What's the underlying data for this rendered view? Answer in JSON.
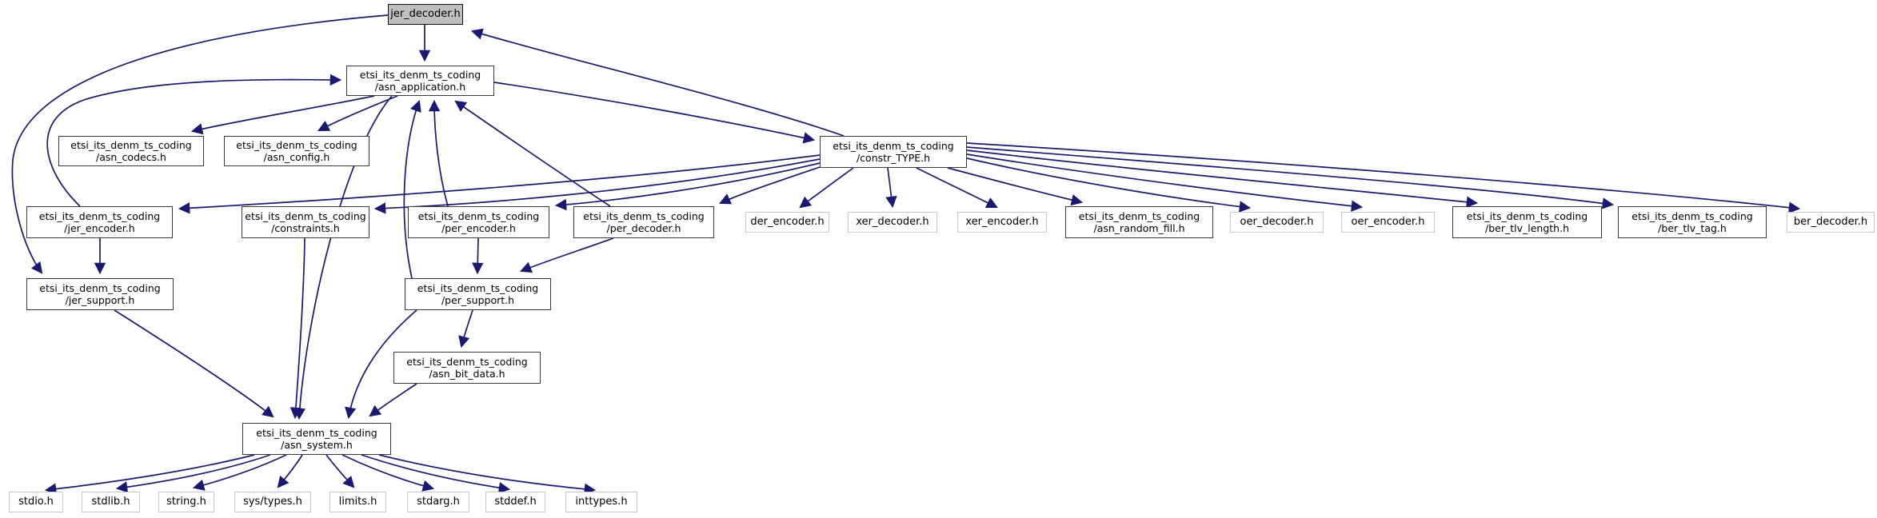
{
  "graph": {
    "title": "jer_decoder.h include dependency graph",
    "colors": {
      "edge": "#191970",
      "node_border": "#3a3a3a",
      "external_border": "#c8c8c8",
      "main_fill": "#bfbfbf",
      "node_fill": "#ffffff"
    },
    "nodes": [
      {
        "id": "jer_decoder",
        "kind": "main",
        "label": [
          "jer_decoder.h"
        ]
      },
      {
        "id": "asn_application",
        "kind": "internal",
        "label": [
          "etsi_its_denm_ts_coding",
          "/asn_application.h"
        ]
      },
      {
        "id": "asn_codecs",
        "kind": "internal",
        "label": [
          "etsi_its_denm_ts_coding",
          "/asn_codecs.h"
        ]
      },
      {
        "id": "asn_config",
        "kind": "internal",
        "label": [
          "etsi_its_denm_ts_coding",
          "/asn_config.h"
        ]
      },
      {
        "id": "constr_TYPE",
        "kind": "internal",
        "label": [
          "etsi_its_denm_ts_coding",
          "/constr_TYPE.h"
        ]
      },
      {
        "id": "jer_encoder",
        "kind": "internal",
        "label": [
          "etsi_its_denm_ts_coding",
          "/jer_encoder.h"
        ]
      },
      {
        "id": "constraints",
        "kind": "internal",
        "label": [
          "etsi_its_denm_ts_coding",
          "/constraints.h"
        ]
      },
      {
        "id": "per_encoder",
        "kind": "internal",
        "label": [
          "etsi_its_denm_ts_coding",
          "/per_encoder.h"
        ]
      },
      {
        "id": "per_decoder",
        "kind": "internal",
        "label": [
          "etsi_its_denm_ts_coding",
          "/per_decoder.h"
        ]
      },
      {
        "id": "der_encoder",
        "kind": "external",
        "label": [
          "der_encoder.h"
        ]
      },
      {
        "id": "xer_decoder",
        "kind": "external",
        "label": [
          "xer_decoder.h"
        ]
      },
      {
        "id": "xer_encoder",
        "kind": "external",
        "label": [
          "xer_encoder.h"
        ]
      },
      {
        "id": "asn_random_fill",
        "kind": "internal",
        "label": [
          "etsi_its_denm_ts_coding",
          "/asn_random_fill.h"
        ]
      },
      {
        "id": "oer_decoder",
        "kind": "external",
        "label": [
          "oer_decoder.h"
        ]
      },
      {
        "id": "oer_encoder",
        "kind": "external",
        "label": [
          "oer_encoder.h"
        ]
      },
      {
        "id": "ber_tlv_length",
        "kind": "internal",
        "label": [
          "etsi_its_denm_ts_coding",
          "/ber_tlv_length.h"
        ]
      },
      {
        "id": "ber_tlv_tag",
        "kind": "internal",
        "label": [
          "etsi_its_denm_ts_coding",
          "/ber_tlv_tag.h"
        ]
      },
      {
        "id": "ber_decoder",
        "kind": "external",
        "label": [
          "ber_decoder.h"
        ]
      },
      {
        "id": "jer_support",
        "kind": "internal",
        "label": [
          "etsi_its_denm_ts_coding",
          "/jer_support.h"
        ]
      },
      {
        "id": "per_support",
        "kind": "internal",
        "label": [
          "etsi_its_denm_ts_coding",
          "/per_support.h"
        ]
      },
      {
        "id": "asn_bit_data",
        "kind": "internal",
        "label": [
          "etsi_its_denm_ts_coding",
          "/asn_bit_data.h"
        ]
      },
      {
        "id": "asn_system",
        "kind": "internal",
        "label": [
          "etsi_its_denm_ts_coding",
          "/asn_system.h"
        ]
      },
      {
        "id": "stdio",
        "kind": "external",
        "label": [
          "stdio.h"
        ]
      },
      {
        "id": "stdlib",
        "kind": "external",
        "label": [
          "stdlib.h"
        ]
      },
      {
        "id": "string",
        "kind": "external",
        "label": [
          "string.h"
        ]
      },
      {
        "id": "sys_types",
        "kind": "external",
        "label": [
          "sys/types.h"
        ]
      },
      {
        "id": "limits",
        "kind": "external",
        "label": [
          "limits.h"
        ]
      },
      {
        "id": "stdarg",
        "kind": "external",
        "label": [
          "stdarg.h"
        ]
      },
      {
        "id": "stddef",
        "kind": "external",
        "label": [
          "stddef.h"
        ]
      },
      {
        "id": "inttypes",
        "kind": "external",
        "label": [
          "inttypes.h"
        ]
      }
    ],
    "edges": [
      {
        "from": "jer_decoder",
        "to": "asn_application"
      },
      {
        "from": "jer_decoder",
        "to": "jer_support"
      },
      {
        "from": "constr_TYPE",
        "to": "jer_decoder"
      },
      {
        "from": "asn_application",
        "to": "asn_codecs"
      },
      {
        "from": "asn_application",
        "to": "asn_config"
      },
      {
        "from": "asn_application",
        "to": "constr_TYPE"
      },
      {
        "from": "asn_application",
        "to": "asn_system"
      },
      {
        "from": "jer_encoder",
        "to": "asn_application"
      },
      {
        "from": "jer_encoder",
        "to": "jer_support"
      },
      {
        "from": "jer_support",
        "to": "asn_system"
      },
      {
        "from": "constraints",
        "to": "asn_system"
      },
      {
        "from": "constr_TYPE",
        "to": "jer_encoder"
      },
      {
        "from": "constr_TYPE",
        "to": "constraints"
      },
      {
        "from": "constr_TYPE",
        "to": "per_encoder"
      },
      {
        "from": "constr_TYPE",
        "to": "per_decoder"
      },
      {
        "from": "constr_TYPE",
        "to": "der_encoder"
      },
      {
        "from": "constr_TYPE",
        "to": "xer_decoder"
      },
      {
        "from": "constr_TYPE",
        "to": "xer_encoder"
      },
      {
        "from": "constr_TYPE",
        "to": "asn_random_fill"
      },
      {
        "from": "constr_TYPE",
        "to": "oer_decoder"
      },
      {
        "from": "constr_TYPE",
        "to": "oer_encoder"
      },
      {
        "from": "constr_TYPE",
        "to": "ber_tlv_length"
      },
      {
        "from": "constr_TYPE",
        "to": "ber_tlv_tag"
      },
      {
        "from": "constr_TYPE",
        "to": "ber_decoder"
      },
      {
        "from": "per_encoder",
        "to": "asn_application"
      },
      {
        "from": "per_decoder",
        "to": "asn_application"
      },
      {
        "from": "per_support",
        "to": "asn_application"
      },
      {
        "from": "per_encoder",
        "to": "per_support"
      },
      {
        "from": "per_decoder",
        "to": "per_support"
      },
      {
        "from": "per_support",
        "to": "asn_bit_data"
      },
      {
        "from": "per_support",
        "to": "asn_system"
      },
      {
        "from": "asn_bit_data",
        "to": "asn_system"
      },
      {
        "from": "asn_system",
        "to": "stdio"
      },
      {
        "from": "asn_system",
        "to": "stdlib"
      },
      {
        "from": "asn_system",
        "to": "string"
      },
      {
        "from": "asn_system",
        "to": "sys_types"
      },
      {
        "from": "asn_system",
        "to": "limits"
      },
      {
        "from": "asn_system",
        "to": "stdarg"
      },
      {
        "from": "asn_system",
        "to": "stddef"
      },
      {
        "from": "asn_system",
        "to": "inttypes"
      }
    ]
  }
}
